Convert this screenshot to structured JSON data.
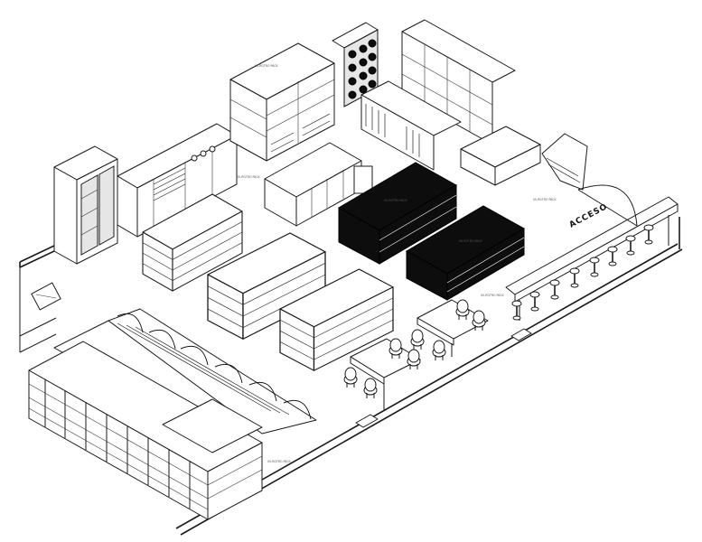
{
  "diagram": {
    "entrance_label": "ACCESO",
    "fixture_tags": [
      "00-RGTRO PACK",
      "00-RGTRO PACK",
      "00-RGTRO PACK",
      "00-RGTRO PACK",
      "00-RGTRO PACK",
      "00-RGTRO PACK",
      "00-RGTRO PACK"
    ]
  }
}
